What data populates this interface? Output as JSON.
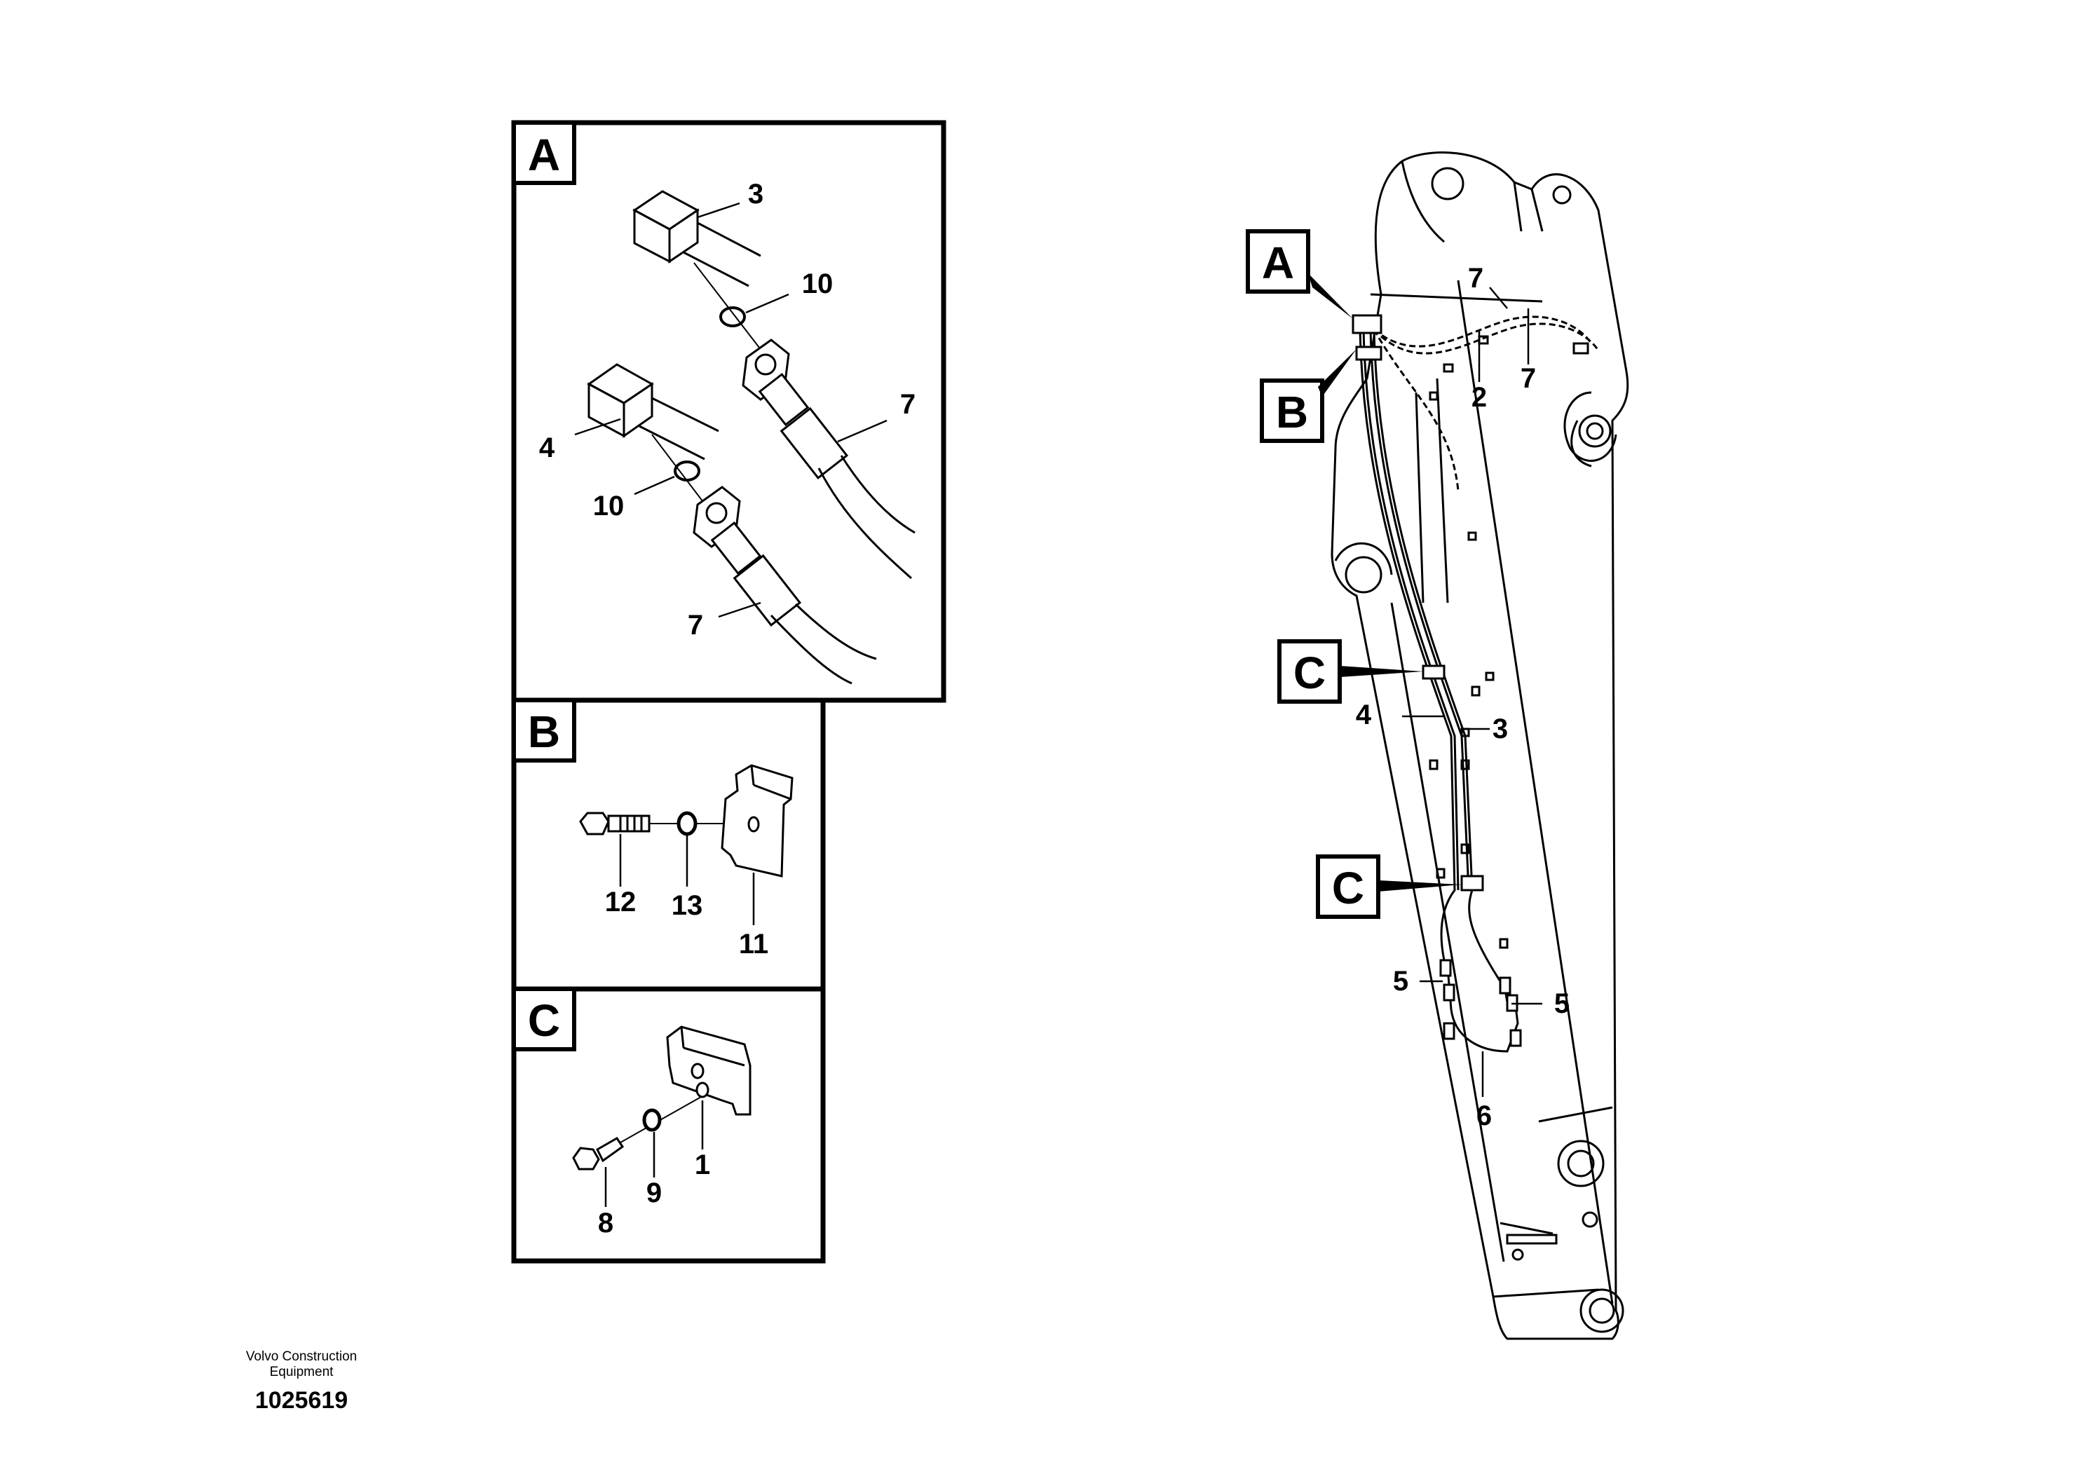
{
  "panels": {
    "A": {
      "letter": "A",
      "labels": {
        "l3": "3",
        "l10a": "10",
        "l7a": "7",
        "l4": "4",
        "l10b": "10",
        "l7b": "7"
      }
    },
    "B": {
      "letter": "B",
      "labels": {
        "l12": "12",
        "l13": "13",
        "l11": "11"
      }
    },
    "C": {
      "letter": "C",
      "labels": {
        "l1": "1",
        "l8": "8",
        "l9": "9"
      }
    }
  },
  "boom": {
    "refs": {
      "A": "A",
      "B": "B",
      "C1": "C",
      "C2": "C"
    },
    "labels": {
      "l7a": "7",
      "l7b": "7",
      "l2": "2",
      "l4": "4",
      "l3": "3",
      "l5a": "5",
      "l5b": "5",
      "l6": "6"
    }
  },
  "footer": {
    "company_line1": "Volvo Construction",
    "company_line2": "Equipment",
    "drawing_number": "1025619"
  }
}
